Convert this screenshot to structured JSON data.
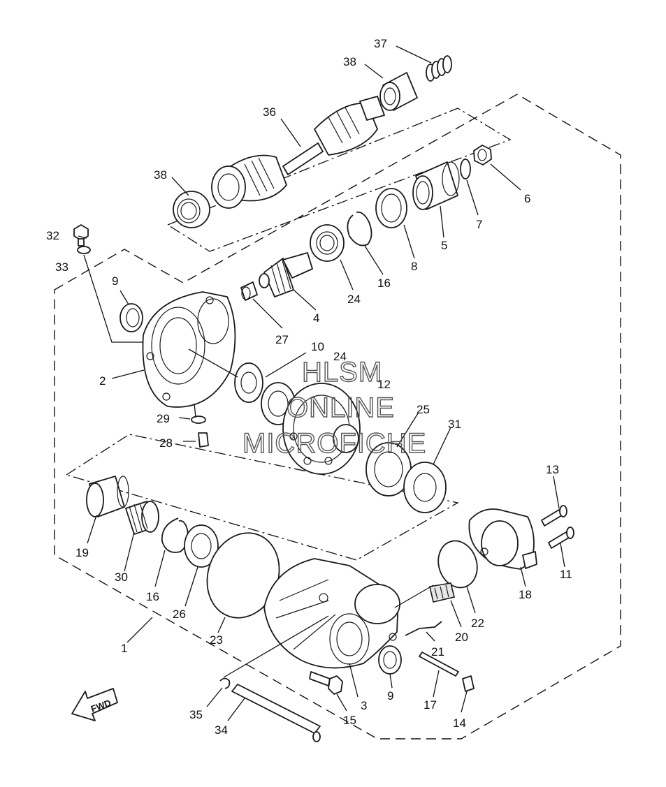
{
  "watermark": {
    "line1": "HLSM",
    "line2": "ONLINE",
    "line3": "MICROFICHE"
  },
  "fwd_label": "FWD",
  "callouts": {
    "c37": "37",
    "c38a": "38",
    "c36": "36",
    "c38b": "38",
    "c6": "6",
    "c7": "7",
    "c5": "5",
    "c8": "8",
    "c16a": "16",
    "c24a": "24",
    "c4": "4",
    "c27": "27",
    "c32": "32",
    "c33": "33",
    "c9a": "9",
    "c2": "2",
    "c10": "10",
    "c24b": "24",
    "c12": "12",
    "c25": "25",
    "c31": "31",
    "c29": "29",
    "c28": "28",
    "c13": "13",
    "c11": "11",
    "c18": "18",
    "c19": "19",
    "c30": "30",
    "c16b": "16",
    "c26": "26",
    "c23": "23",
    "c1": "1",
    "c22": "22",
    "c20": "20",
    "c21": "21",
    "c3": "3",
    "c9b": "9",
    "c17": "17",
    "c14": "14",
    "c15": "15",
    "c35": "35",
    "c34": "34"
  }
}
